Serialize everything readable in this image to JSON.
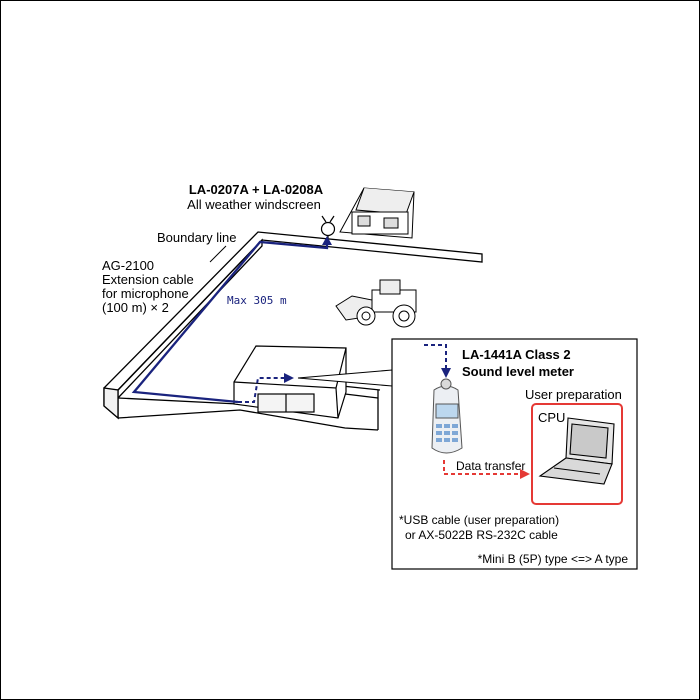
{
  "windscreen": {
    "model": "LA-0207A + LA-0208A",
    "name": "All weather windscreen"
  },
  "boundary_label": "Boundary line",
  "cable": {
    "model": "AG-2100",
    "line1": "Extension cable",
    "line2": "for microphone",
    "line3": "(100 m) × 2"
  },
  "max_length": "Max 305 m",
  "meter": {
    "model": "LA-1441A Class 2",
    "name": "Sound level meter"
  },
  "user_prep": "User preparation",
  "cpu": "CPU",
  "data_transfer": "Data transfer",
  "notes": {
    "line1": "*USB cable (user preparation)",
    "line2": "or AX-5022B  RS-232C cable",
    "line3": "*Mini B (5P) type <=> A type"
  },
  "colors": {
    "cable": "#1a237e",
    "data": "#e53935",
    "cpu_box": "#e53935"
  }
}
